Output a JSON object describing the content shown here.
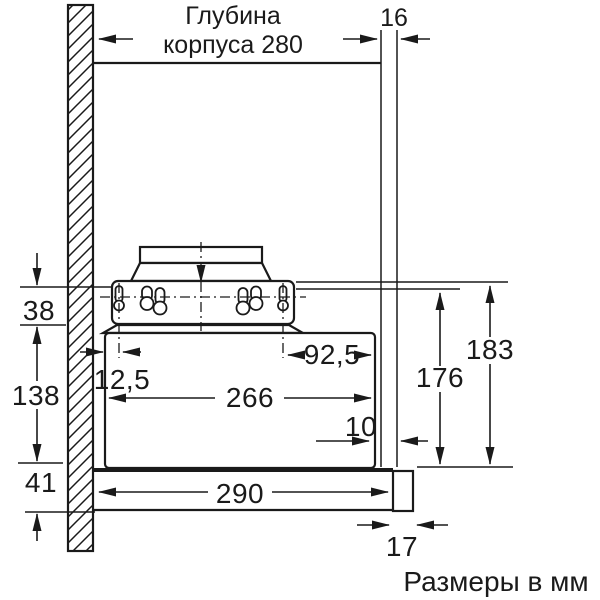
{
  "header": {
    "depth_title_line1": "Глубина",
    "depth_title_line2": "корпуса 280",
    "panel_thickness": "16"
  },
  "left_chain": {
    "top_offset": "38",
    "body_height": "138",
    "bottom_height": "41"
  },
  "body_dims": {
    "left_inset": "12,5",
    "right_inset": "92,5",
    "depth": "266",
    "rear_gap": "10"
  },
  "right_chain": {
    "inner_height": "176",
    "overall_height": "183"
  },
  "bottom_chain": {
    "panel_depth": "290",
    "front_strip": "17"
  },
  "footer": {
    "units_note": "Размеры в мм"
  },
  "colors": {
    "line_color": "#1a1a1a",
    "background": "#ffffff"
  }
}
